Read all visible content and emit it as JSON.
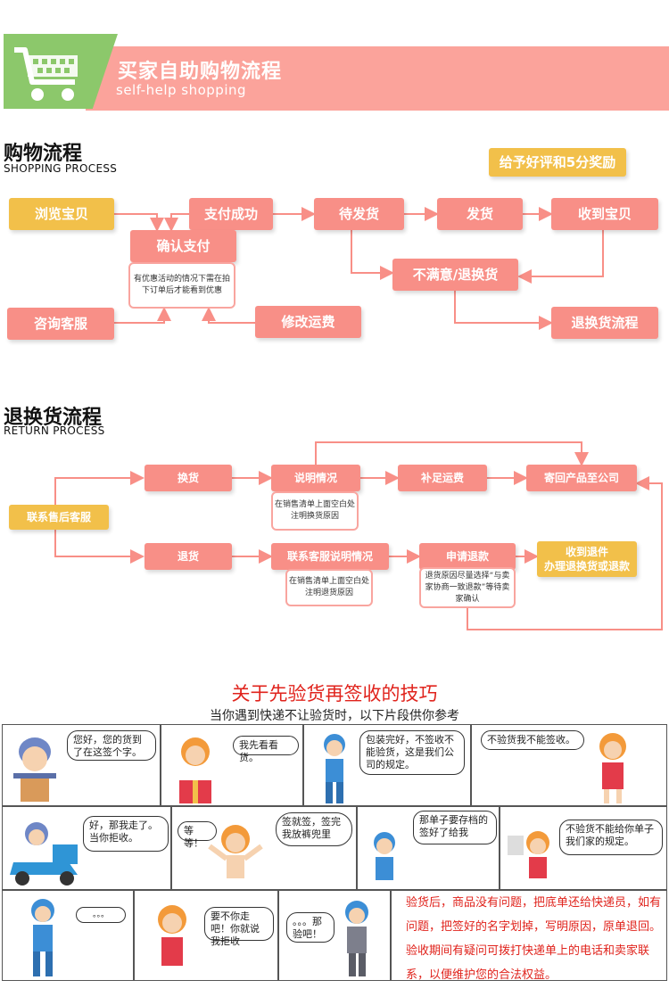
{
  "banner": {
    "title": "买家自助购物流程",
    "subtitle": "self-help shopping"
  },
  "shopping": {
    "title": "购物流程",
    "subtitle": "SHOPPING PROCESS",
    "reward": "给予好评和5分奖励",
    "browse": "浏览宝贝",
    "pay_success": "支付成功",
    "wait_ship": "待发货",
    "ship": "发货",
    "receive": "收到宝贝",
    "confirm_pay": "确认支付",
    "confirm_note": "有优惠活动的情况下需在拍下订单后才能看到优惠",
    "unsatisfied": "不满意/退换货",
    "consult": "咨询客服",
    "modify_fee": "修改运费",
    "return_flow": "退换货流程"
  },
  "returns": {
    "title": "退换货流程",
    "subtitle": "RETURN PROCESS",
    "contact_service": "联系售后客服",
    "exchange": "换货",
    "explain": "说明情况",
    "explain_note": "在销售清单上面空白处注明换货原因",
    "add_freight": "补足运费",
    "send_back": "寄回产品至公司",
    "refund": "退货",
    "contact_explain": "联系客服说明情况",
    "contact_note": "在销售清单上面空白处注明退货原因",
    "apply_refund": "申请退款",
    "apply_note": "退货原因尽量选择“与卖家协商一致退款”等待卖家确认",
    "receive_return_1": "收到退件",
    "receive_return_2": "办理退换货或退款"
  },
  "tips": {
    "title": "关于先验货再签收的技巧",
    "subtitle": "当你遇到快递不让验货时，以下片段供你参考",
    "bubbles": [
      "您好，您的货到了在这签个字。",
      "我先看看货。",
      "包装完好，不签收不能验货，这是我们公司的规定。",
      "不验货我不能签收。",
      "好，那我走了。当你拒收。",
      "等等！",
      "签就签，签完我放裤兜里",
      "那单子要存档的签好了给我",
      "不验货不能给你单子我们家的规定。",
      "。。。",
      "要不你走吧！你就说我拒收",
      "。。。那验吧！"
    ],
    "advice": "验货后，商品没有问题，把底单还给快递员，如有问题，把签好的名字划掉，写明原因，原单退回。验收期间有疑问可拨打快递单上的电话和卖家联系，以便维护您的合法权益。"
  },
  "colors": {
    "pink": "#f88f87",
    "yellow": "#f2c04a",
    "green": "#8cc86b",
    "red_text": "#e0231c"
  }
}
